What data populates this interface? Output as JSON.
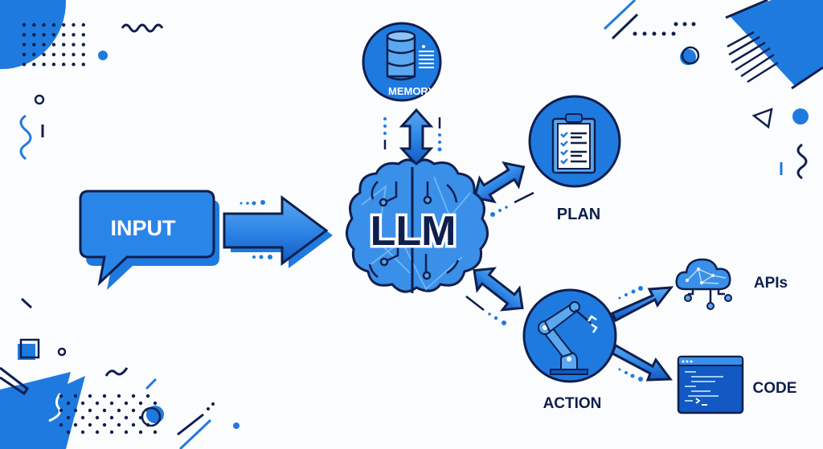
{
  "colors": {
    "primary": "#1f7ae0",
    "primary_dark": "#1259c3",
    "light": "#5aa8f0",
    "navy": "#0e1f4d",
    "white": "#ffffff",
    "background": "#fbfcfe"
  },
  "nodes": {
    "input": {
      "label": "INPUT"
    },
    "llm": {
      "label": "LLM"
    },
    "memory": {
      "label": "MEMORY"
    },
    "plan": {
      "label": "PLAN"
    },
    "action": {
      "label": "ACTION"
    },
    "apis": {
      "label": "APIs"
    },
    "code": {
      "label": "CODE"
    }
  },
  "edges": [
    {
      "from": "input",
      "to": "llm",
      "direction": "one-way"
    },
    {
      "from": "llm",
      "to": "memory",
      "direction": "two-way"
    },
    {
      "from": "llm",
      "to": "plan",
      "direction": "two-way"
    },
    {
      "from": "llm",
      "to": "action",
      "direction": "two-way"
    },
    {
      "from": "action",
      "to": "apis",
      "direction": "one-way"
    },
    {
      "from": "action",
      "to": "code",
      "direction": "one-way"
    }
  ],
  "icons": {
    "input": "speech-bubble-icon",
    "llm": "brain-circuit-icon",
    "memory": "database-icon",
    "plan": "clipboard-checklist-icon",
    "action": "robot-arm-icon",
    "apis": "cloud-network-icon",
    "code": "code-window-icon"
  }
}
